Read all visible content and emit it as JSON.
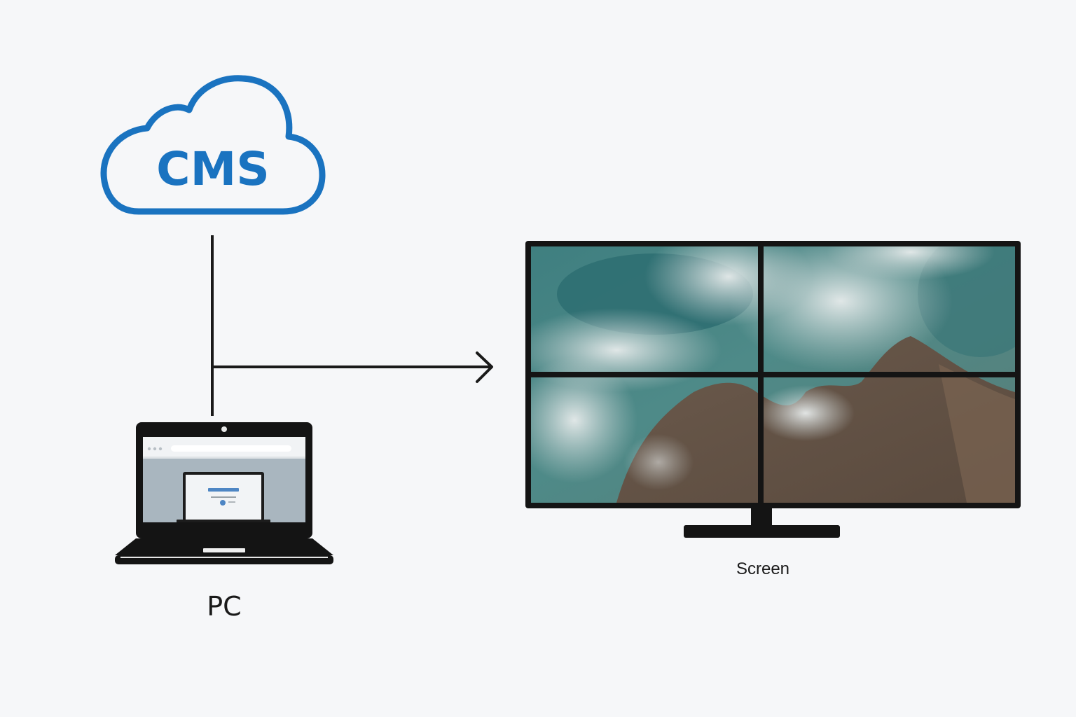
{
  "nodes": {
    "cms": {
      "label": "CMS",
      "icon": "cloud-icon",
      "color": "#1a73c0"
    },
    "pc": {
      "label": "PC",
      "icon": "laptop-icon"
    },
    "screen": {
      "label": "Screen",
      "icon": "video-wall-monitor-icon",
      "panels": 4,
      "content": "aerial-ocean-coast-image"
    }
  },
  "connectors": [
    {
      "from": "cms",
      "to": "pc",
      "style": "line"
    },
    {
      "from": "pc",
      "to": "screen",
      "style": "arrow"
    }
  ],
  "colors": {
    "background": "#f6f7f9",
    "line": "#1a1a1a",
    "cloud_stroke": "#1a73c0"
  }
}
